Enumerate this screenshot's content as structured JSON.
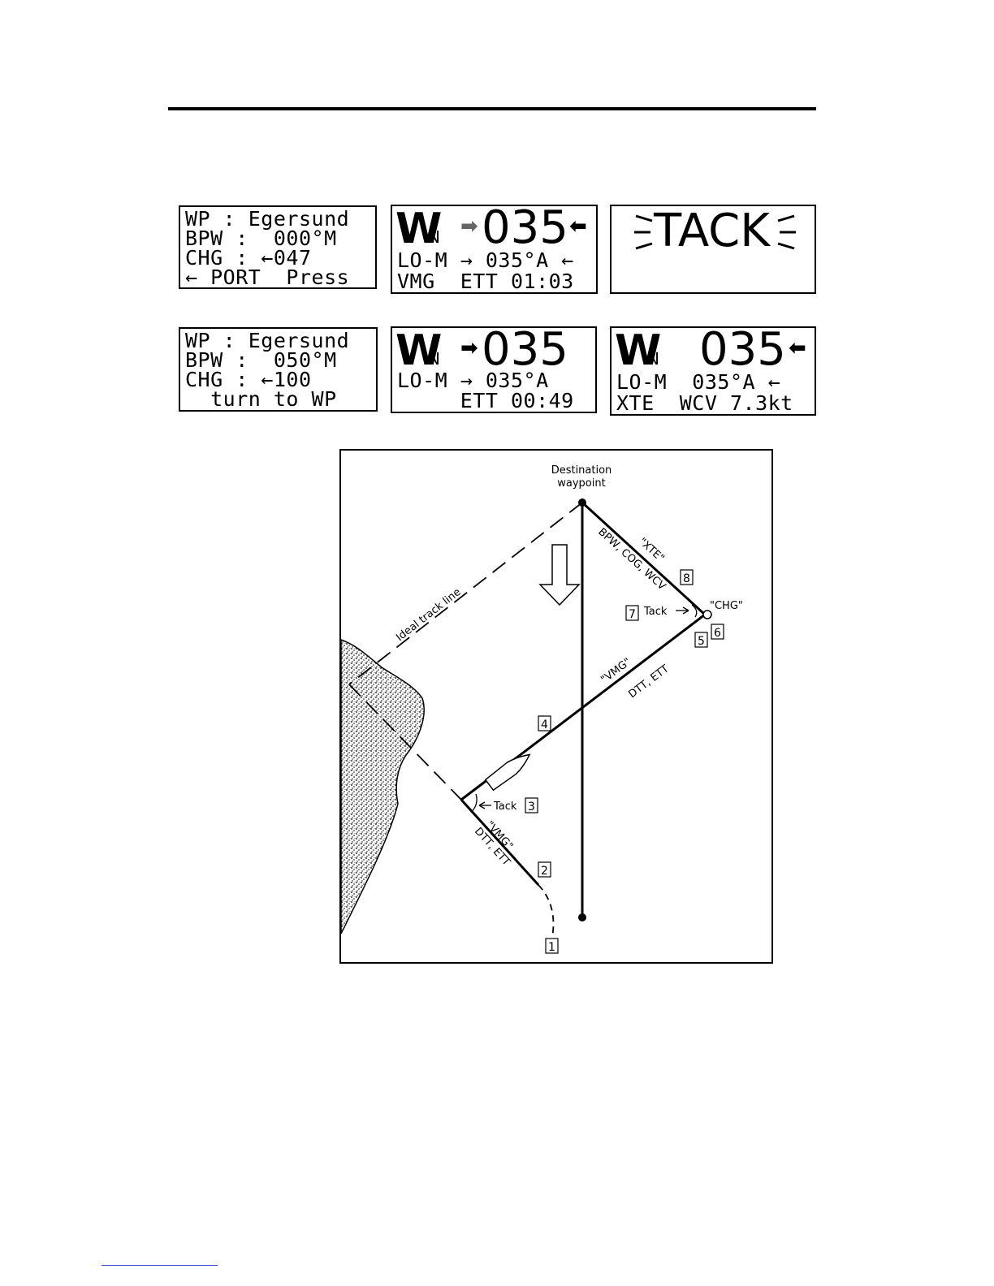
{
  "displays": {
    "d1": {
      "lines": [
        "WP : Egersund",
        "BPW :  000°M",
        "CHG : ←047",
        "← PORT  Press"
      ]
    },
    "d2": {
      "mode_main": "W",
      "mode_sub": "N",
      "arrow_left": "➡",
      "value": "035",
      "arrow_right": "⬅",
      "line2": "LO-M → 035°A ←",
      "line3": "VMG  ETT 01:03"
    },
    "d3": {
      "text": "TACK"
    },
    "d4": {
      "lines": [
        "WP : Egersund",
        "BPW :  050°M",
        "CHG : ←100",
        "  turn to WP"
      ]
    },
    "d5": {
      "mode_main": "W",
      "mode_sub": "N",
      "arrow_left": "➡",
      "value": "035",
      "line2": "LO-M → 035°A",
      "line3": "     ETT 00:49"
    },
    "d6": {
      "mode_main": "W",
      "mode_sub": "N",
      "value": "035",
      "arrow_right": "⬅",
      "line2": "LO-M  035°A ←",
      "line3": "XTE  WCV 7.3kt"
    }
  },
  "diagram": {
    "destination_line1": "Destination",
    "destination_line2": "waypoint",
    "ideal_track_line": "Ideal track line",
    "label_bpw": "BPW, COG, WCV",
    "label_xte": "\"XTE\"",
    "label_chg": "\"CHG\"",
    "label_vmg_upper": "\"VMG\"",
    "label_dtt_upper": "DTT, ETT",
    "label_vmg_lower": "\"VMG\"",
    "label_dtt_lower": "DTT, ETT",
    "tack_upper": "Tack",
    "tack_lower": "Tack",
    "markers": [
      "1",
      "2",
      "3",
      "4",
      "5",
      "6",
      "7",
      "8"
    ]
  }
}
